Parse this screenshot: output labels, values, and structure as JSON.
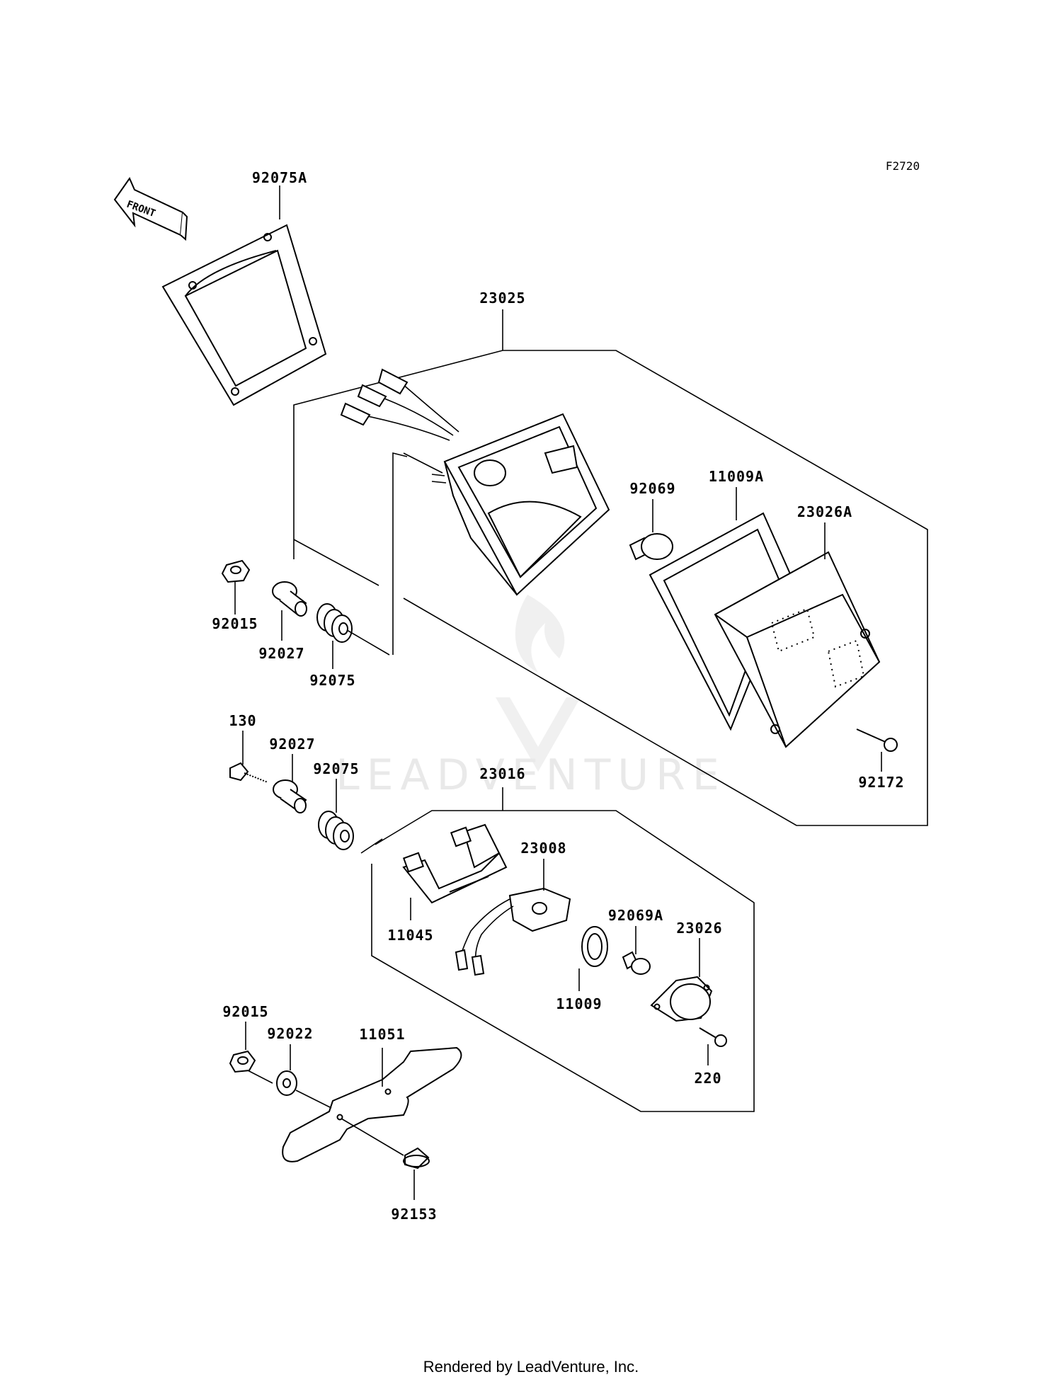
{
  "diagram_code": "F2720",
  "front_label": "FRONT",
  "watermark": "LEADVENTURE",
  "footer": "Rendered by LeadVenture, Inc.",
  "labels": {
    "p92075A": "92075A",
    "p23025": "23025",
    "p92069": "92069",
    "p11009A": "11009A",
    "p23026A": "23026A",
    "p92015_top": "92015",
    "p92027_top": "92027",
    "p92075_top": "92075",
    "p92172": "92172",
    "p130": "130",
    "p92027_mid": "92027",
    "p92075_mid": "92075",
    "p23016": "23016",
    "p23008": "23008",
    "p11045": "11045",
    "p92069A": "92069A",
    "p23026": "23026",
    "p11009": "11009",
    "p220": "220",
    "p92015_bot": "92015",
    "p92022": "92022",
    "p11051": "11051",
    "p92153": "92153"
  }
}
